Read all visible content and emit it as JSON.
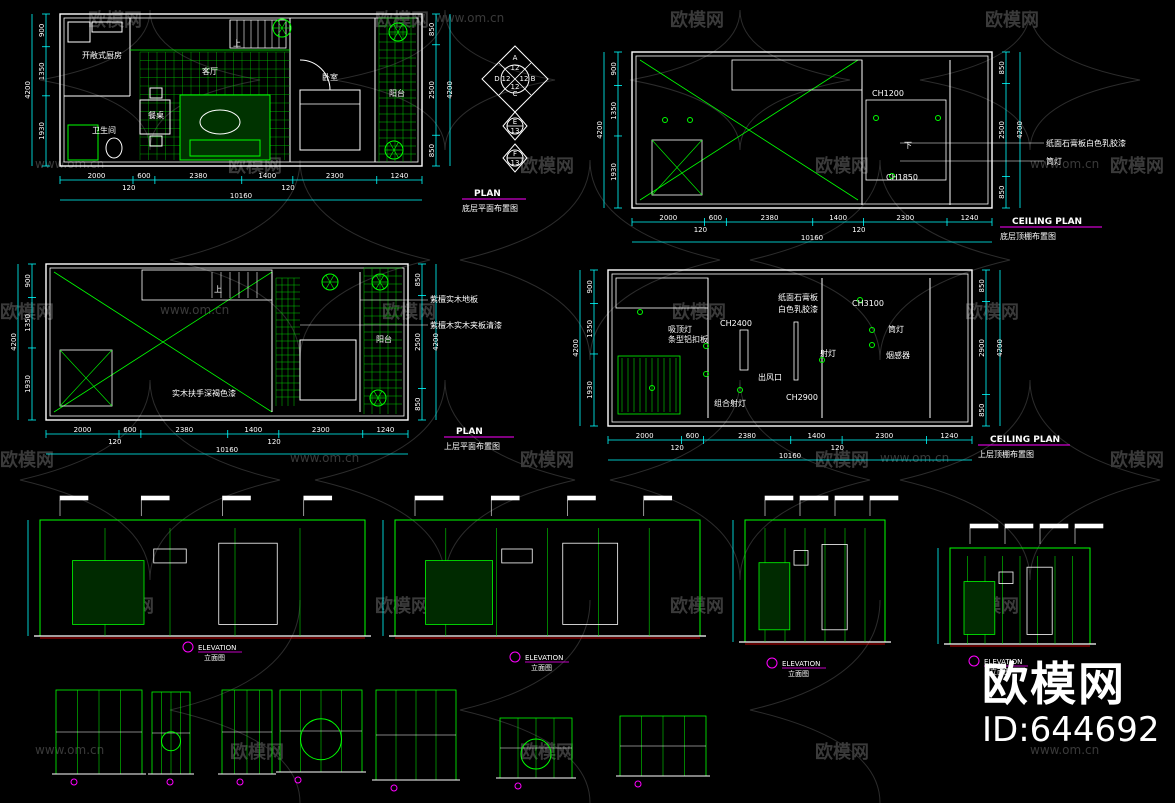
{
  "colors": {
    "wall": "#ffffff",
    "line": "#00ff00",
    "dim": "#00ffff",
    "text": "#ffffff",
    "hatch": "#00cc00",
    "magenta": "#ff00ff",
    "red": "#ff0000",
    "watermark": "#3a3a3a"
  },
  "watermark": {
    "brand": "欧模网",
    "url": "www.om.cn"
  },
  "brand": {
    "name": "欧模网",
    "id": "ID:644692"
  },
  "plan1": {
    "title": "PLAN",
    "subtitle": "底层平面布置图",
    "rooms": [
      "开敞式厨房",
      "客厅",
      "卧室",
      "阳台",
      "餐桌",
      "卫生间"
    ],
    "stair_label": "上",
    "dims_bottom": [
      "2000",
      "600",
      "2380",
      "1400",
      "2300",
      "1240"
    ],
    "dims_bottom2": [
      "120",
      "120"
    ],
    "dims_total": "10160",
    "dims_left": [
      "900",
      "1350",
      "1930"
    ],
    "dims_left_total": "4200",
    "dims_right": [
      "850",
      "2500",
      "850"
    ],
    "dims_right_total": "4200"
  },
  "compass": {
    "top": [
      "A",
      "12",
      "D",
      "12",
      "B",
      "12",
      "C",
      "12"
    ],
    "small1": [
      "E",
      "13"
    ],
    "small2": [
      "F",
      "13"
    ]
  },
  "ceiling1": {
    "title": "CEILING PLAN",
    "subtitle": "底层顶棚布置图",
    "notes": [
      "CH1200",
      "下",
      "CH1850"
    ],
    "callouts": [
      "纸面石膏板白色乳胶漆",
      "筒灯"
    ],
    "dims_bottom": [
      "2000",
      "600",
      "2380",
      "1400",
      "2300",
      "1240"
    ],
    "dims_bottom2": [
      "120",
      "120"
    ],
    "dims_total": "10160",
    "dims_left": [
      "900",
      "1350",
      "1930"
    ],
    "dims_left_total": "4200",
    "dims_right": [
      "850",
      "2500",
      "850"
    ],
    "dims_right_total": "4200"
  },
  "plan2": {
    "title": "PLAN",
    "subtitle": "上层平面布置图",
    "rooms": [
      "阳台"
    ],
    "stair_label": "上",
    "callouts": [
      "紫檀实木地板",
      "紫檀木实木夹板清漆",
      "实木扶手深褐色漆"
    ],
    "dims_bottom": [
      "2000",
      "600",
      "2380",
      "1400",
      "2300",
      "1240"
    ],
    "dims_bottom2": [
      "120",
      "120"
    ],
    "dims_total": "10160",
    "dims_left": [
      "900",
      "1350",
      "1930"
    ],
    "dims_left_total": "4200",
    "dims_right": [
      "850",
      "2500",
      "850"
    ],
    "dims_right_total": "4200"
  },
  "ceiling2": {
    "title": "CEILING PLAN",
    "subtitle": "上层顶棚布置图",
    "notes": [
      "CH2400",
      "CH3100",
      "CH2900"
    ],
    "callouts": [
      "纸面石膏板",
      "白色乳胶漆",
      "吸顶灯",
      "条型铝扣板",
      "出风口",
      "射灯",
      "组合射灯",
      "筒灯",
      "烟感器"
    ],
    "dims_bottom": [
      "2000",
      "600",
      "2380",
      "1400",
      "2300",
      "1240"
    ],
    "dims_bottom2": [
      "120",
      "120"
    ],
    "dims_total": "10160",
    "dims_left": [
      "900",
      "1350",
      "1930"
    ],
    "dims_left_total": "4200",
    "dims_right": [
      "850",
      "2900",
      "850"
    ],
    "dims_right_total": "4200"
  },
  "elevations": [
    {
      "title": "ELEVATION",
      "subtitle": "立面图"
    },
    {
      "title": "ELEVATION",
      "subtitle": "立面图"
    },
    {
      "title": "ELEVATION",
      "subtitle": "立面图"
    },
    {
      "title": "ELEVATION",
      "subtitle": "立面图"
    }
  ]
}
